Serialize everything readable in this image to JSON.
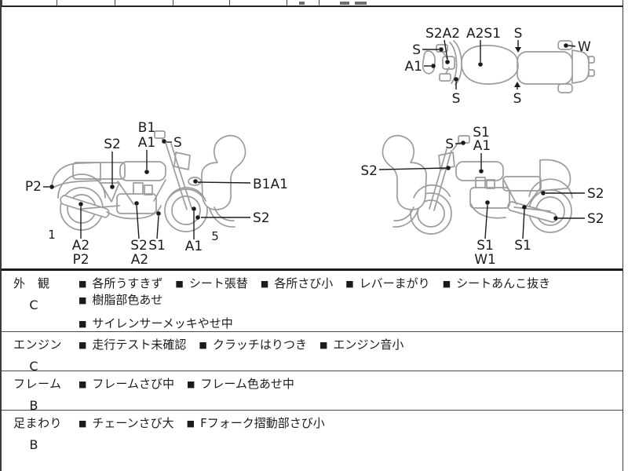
{
  "diagram": {
    "markers": {
      "top": {
        "m1": "S2A2",
        "m2": "A2S1",
        "m3": "S",
        "m4": "W",
        "m5": "S",
        "m6": "A1",
        "m7": "S",
        "m8": "S"
      },
      "left": {
        "s2_side": "S2",
        "b1_tank": "B1",
        "a1_tank": "A1",
        "s_mirror": "S",
        "p2_rear": "P2",
        "b1a1_front": "B1A1",
        "s2_front_wheel": "S2",
        "a2_muffler": "A2",
        "p2_muffler": "P2",
        "s2_engine": "S2",
        "a2_engine": "A2",
        "s1_pipe": "S1",
        "a1_fork": "A1",
        "num_rear": "1",
        "num_front": "5"
      },
      "right": {
        "s_mirror": "S",
        "s1_tank": "S1",
        "a1_tank": "A1",
        "s2_headlight": "S2",
        "s2_shock": "S2",
        "s2_rear_wheel": "S2",
        "s1_engine": "S1",
        "w1_engine": "W1",
        "s1_swingarm": "S1"
      }
    }
  },
  "condition_table": {
    "bullet": "■",
    "rows": [
      {
        "category": "外　観",
        "grade": "C",
        "line1": [
          "各所うすきず",
          "シート張替",
          "各所さび小",
          "レバーまがり",
          "シートあんこ抜き",
          "樹脂部色あせ"
        ],
        "line2": [
          "サイレンサーメッキやせ中"
        ]
      },
      {
        "category": "エンジン",
        "grade": "C",
        "line1": [
          "走行テスト未確認",
          "クラッチはりつき",
          "エンジン音小"
        ],
        "line2": []
      },
      {
        "category": "フレーム",
        "grade": "B",
        "line1": [
          "フレームさび中",
          "フレーム色あせ中"
        ],
        "line2": []
      },
      {
        "category": "足まわり",
        "grade": "B",
        "line1": [
          "チェーンさび大",
          "Fフォーク摺動部さび小"
        ],
        "line2": []
      }
    ]
  },
  "colors": {
    "ink": "#1b1b1b",
    "line_art": "#9c9c9c",
    "border": "#3a3a3a",
    "background": "#ffffff"
  }
}
